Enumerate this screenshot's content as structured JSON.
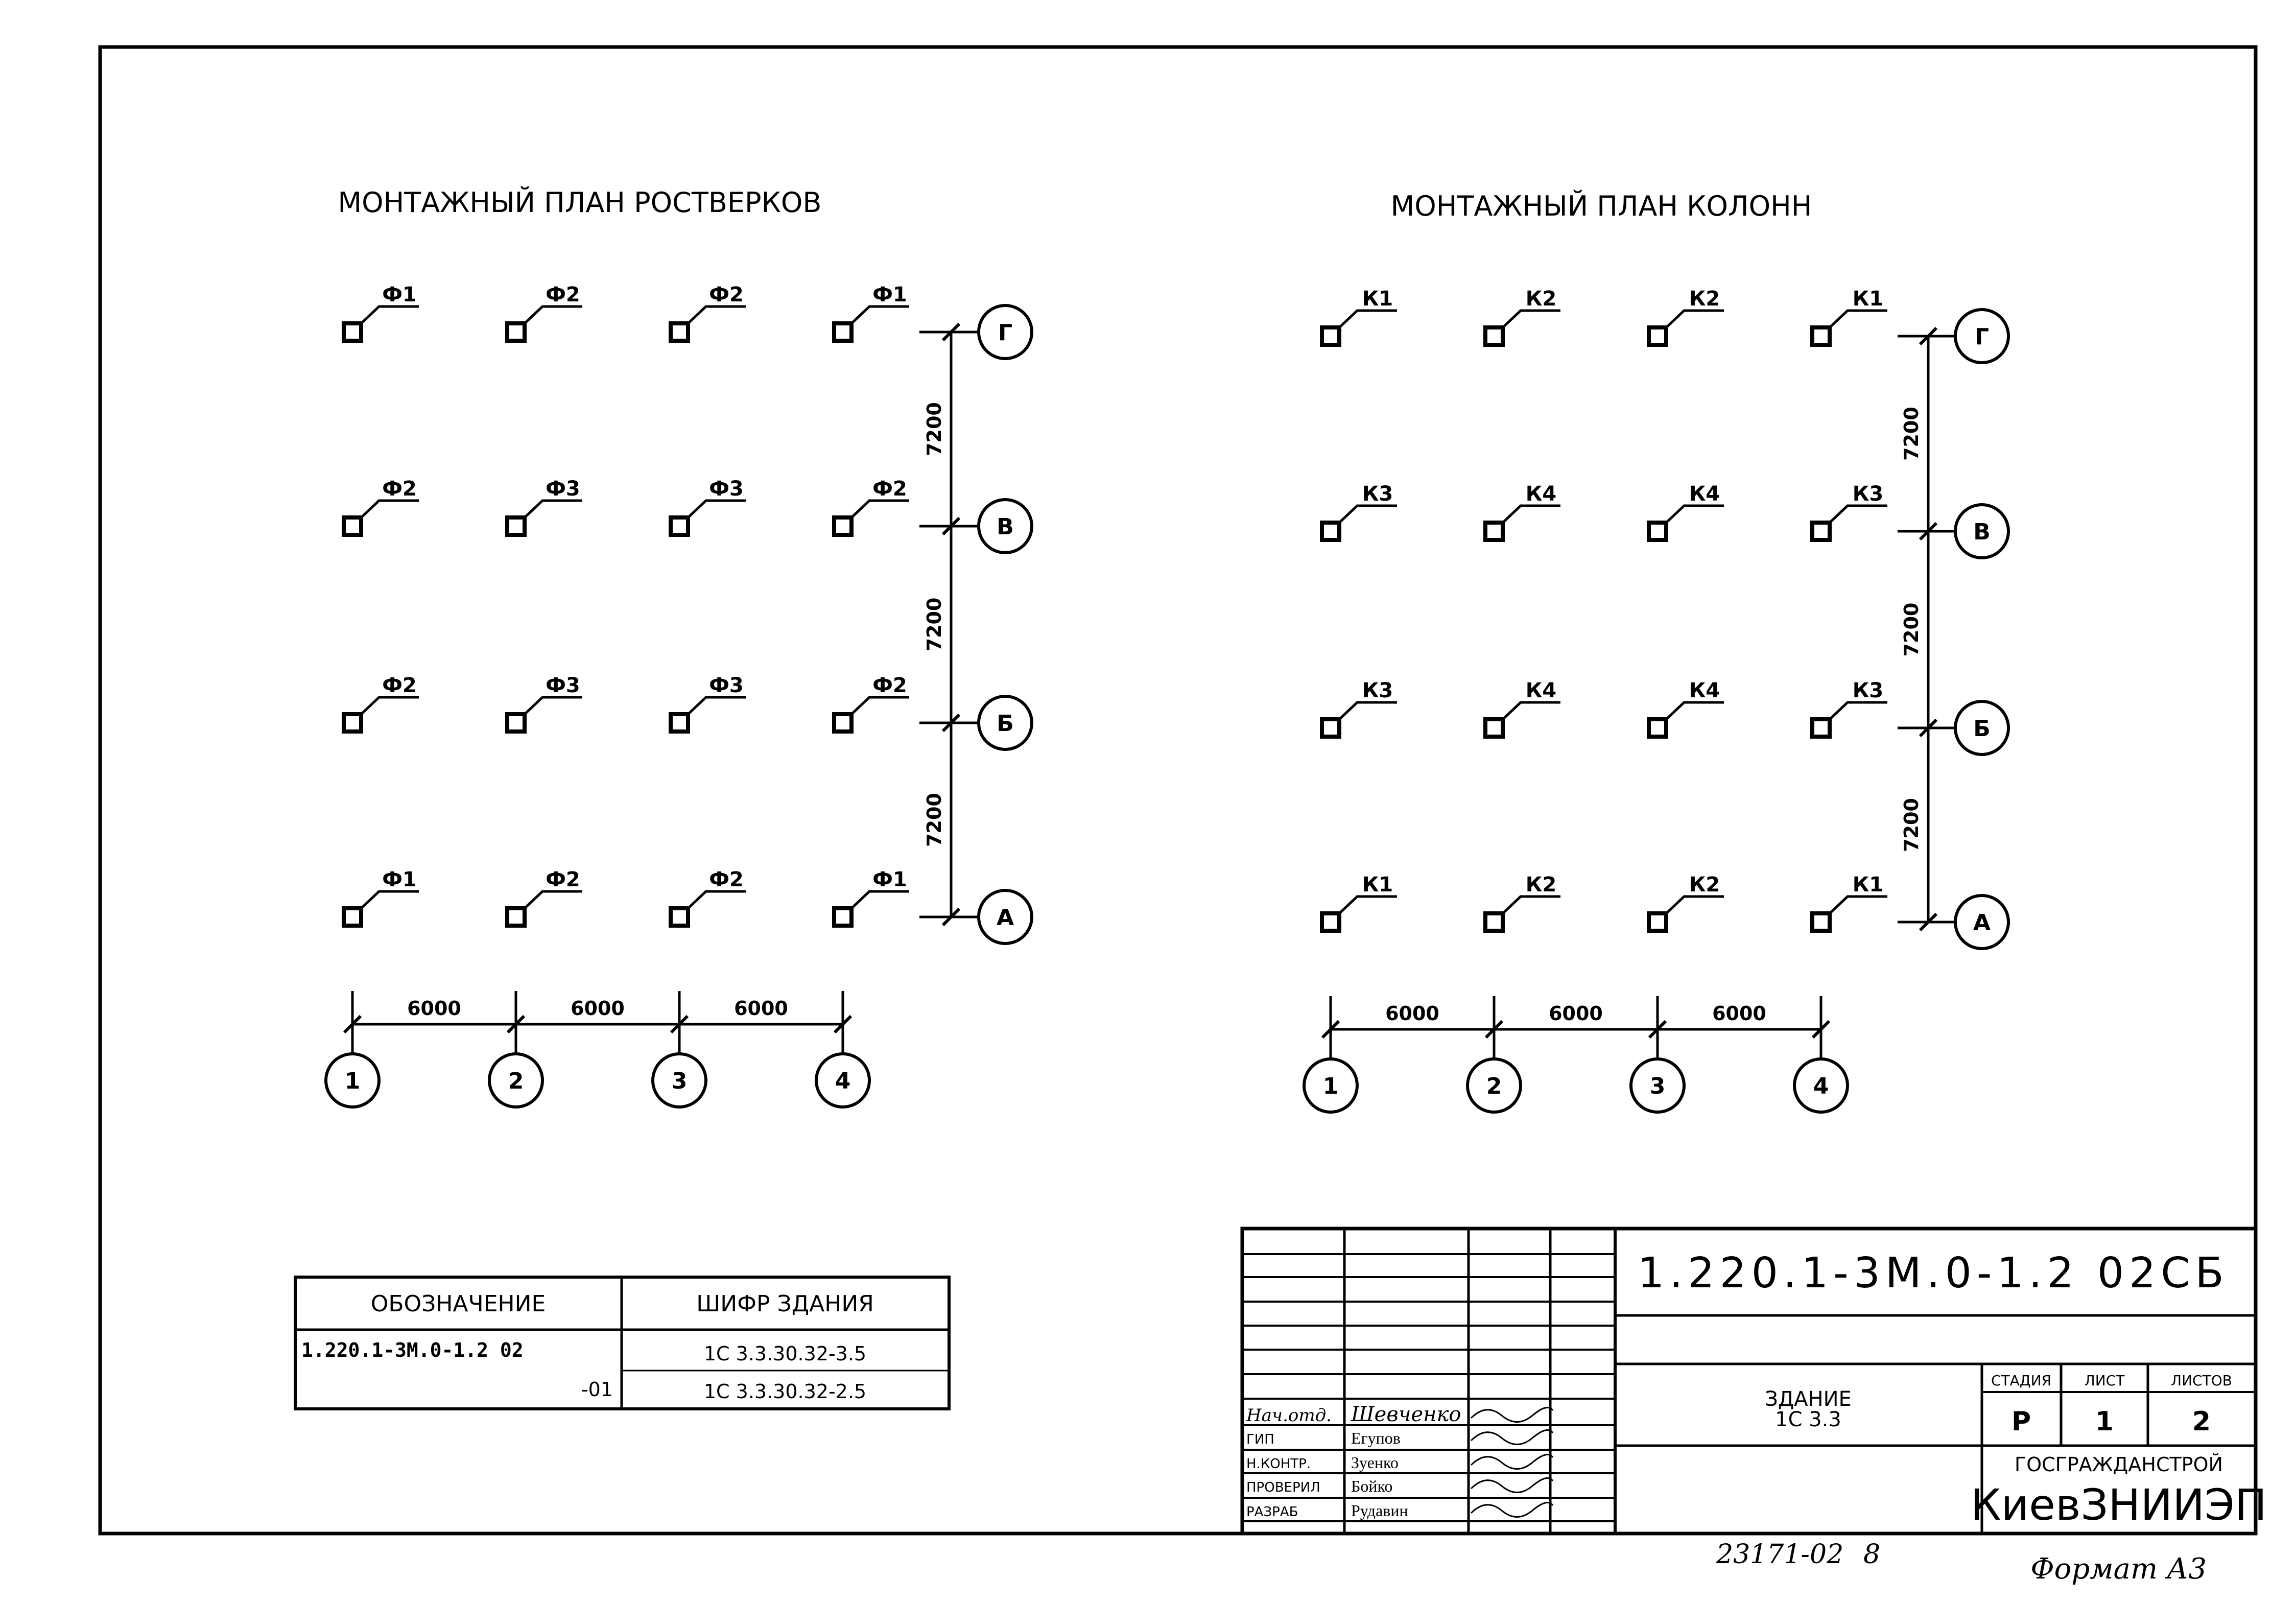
{
  "plans": [
    {
      "id": "rostverk",
      "title": "МОНТАЖНЫЙ ПЛАН РОСТВЕРКОВ",
      "rows": [
        {
          "axis": "Г",
          "marks": [
            "Ф1",
            "Ф2",
            "Ф2",
            "Ф1"
          ]
        },
        {
          "axis": "В",
          "marks": [
            "Ф2",
            "Ф3",
            "Ф3",
            "Ф2"
          ]
        },
        {
          "axis": "Б",
          "marks": [
            "Ф2",
            "Ф3",
            "Ф3",
            "Ф2"
          ]
        },
        {
          "axis": "А",
          "marks": [
            "Ф1",
            "Ф2",
            "Ф2",
            "Ф1"
          ]
        }
      ],
      "col_axes": [
        "1",
        "2",
        "3",
        "4"
      ],
      "col_dims": [
        "6000",
        "6000",
        "6000"
      ],
      "row_dims": [
        "7200",
        "7200",
        "7200"
      ]
    },
    {
      "id": "kolonn",
      "title": "МОНТАЖНЫЙ ПЛАН КОЛОНН",
      "rows": [
        {
          "axis": "Г",
          "marks": [
            "К1",
            "К2",
            "К2",
            "К1"
          ]
        },
        {
          "axis": "В",
          "marks": [
            "К3",
            "К4",
            "К4",
            "К3"
          ]
        },
        {
          "axis": "Б",
          "marks": [
            "К3",
            "К4",
            "К4",
            "К3"
          ]
        },
        {
          "axis": "А",
          "marks": [
            "К1",
            "К2",
            "К2",
            "К1"
          ]
        }
      ],
      "col_axes": [
        "1",
        "2",
        "3",
        "4"
      ],
      "col_dims": [
        "6000",
        "6000",
        "6000"
      ],
      "row_dims": [
        "7200",
        "7200",
        "7200"
      ]
    }
  ],
  "spec_table": {
    "headers": [
      "ОБОЗНАЧЕНИЕ",
      "ШИФР ЗДАНИЯ"
    ],
    "rows": [
      {
        "designation": "1.220.1-3М.0-1.2 02",
        "code": "1С 3.3.30.32-3.5"
      },
      {
        "designation": "-01",
        "code": "1С 3.3.30.32-2.5"
      }
    ]
  },
  "title_block": {
    "doc_code": "1.220.1-3М.0-1.2 02СБ",
    "building": [
      "ЗДАНИЕ",
      "1С 3.3"
    ],
    "stage_header": "СТАДИЯ",
    "sheet_header": "ЛИСТ",
    "sheets_header": "ЛИСТОВ",
    "stage": "Р",
    "sheet": "1",
    "sheets": "2",
    "org_top": "ГОСГРАЖДАНСТРОЙ",
    "org_name": "КиевЗНИИЭП",
    "people": [
      {
        "role": "Нач.отд.",
        "name": "Шевченко"
      },
      {
        "role": "ГИП",
        "name": "Егупов"
      },
      {
        "role": "Н.КОНТР.",
        "name": "Зуенко"
      },
      {
        "role": "ПРОВЕРИЛ",
        "name": "Бойко"
      },
      {
        "role": "РАЗРАБ",
        "name": "Рудавин"
      }
    ]
  },
  "footer": {
    "inventory": "23171-02",
    "inventory_page": "8",
    "format": "Формат А3"
  }
}
